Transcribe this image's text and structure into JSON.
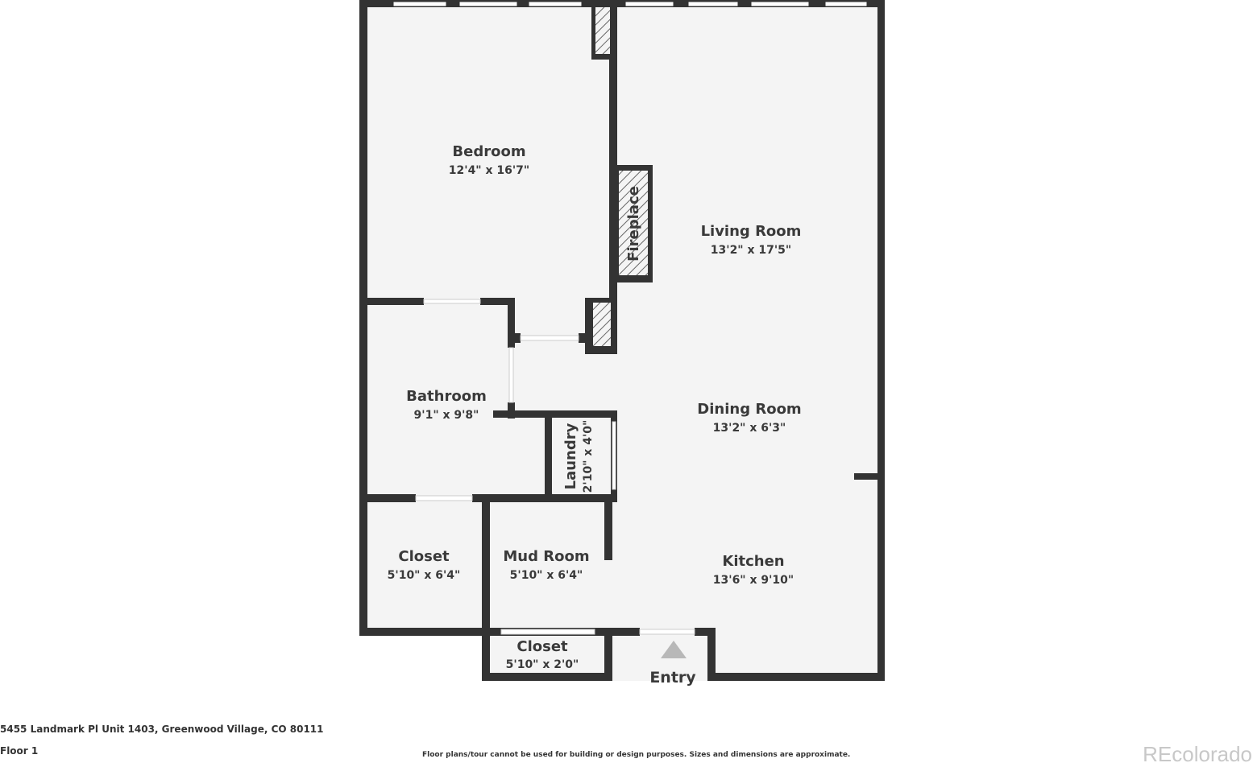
{
  "colors": {
    "wall": "#333333",
    "floor": "#f4f4f4",
    "window": "#ffffff",
    "hatch": "#666666",
    "entry_marker": "#b8b8b8",
    "brand": "#c8c8c8"
  },
  "rooms": {
    "bedroom": {
      "name": "Bedroom",
      "dims": "12'4\" x 16'7\""
    },
    "living_room": {
      "name": "Living Room",
      "dims": "13'2\" x 17'5\""
    },
    "bathroom": {
      "name": "Bathroom",
      "dims": "9'1\" x 9'8\""
    },
    "dining_room": {
      "name": "Dining Room",
      "dims": "13'2\" x 6'3\""
    },
    "laundry": {
      "name": "Laundry",
      "dims": "2'10\" x 4'0\""
    },
    "closet_left": {
      "name": "Closet",
      "dims": "5'10\" x 6'4\""
    },
    "mud_room": {
      "name": "Mud Room",
      "dims": "5'10\" x 6'4\""
    },
    "kitchen": {
      "name": "Kitchen",
      "dims": "13'6\" x 9'10\""
    },
    "closet_bottom": {
      "name": "Closet",
      "dims": "5'10\" x 2'0\""
    }
  },
  "fireplace_label": "Fireplace",
  "entry_label": "Entry",
  "footer": {
    "address": "5455 Landmark Pl Unit 1403, Greenwood Village, CO 80111",
    "floor": "Floor 1",
    "disclaimer": "Floor plans/tour cannot be used for building or design purposes. Sizes and dimensions are approximate.",
    "brand": "REcolorado"
  }
}
